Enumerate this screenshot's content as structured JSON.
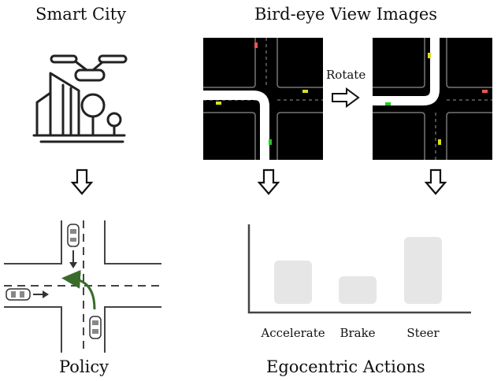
{
  "titles": {
    "smart_city": "Smart City",
    "bird_eye": "Bird-eye View Images",
    "policy": "Policy",
    "egocentric": "Egocentric Actions"
  },
  "rotate_label": "Rotate",
  "chart_data": {
    "type": "bar",
    "categories": [
      "Accelerate",
      "Brake",
      "Steer"
    ],
    "values": [
      0.55,
      0.35,
      0.85
    ],
    "ylim": [
      0,
      1
    ]
  },
  "colors": {
    "road": "#ffffff",
    "background": "#000000",
    "ego_car": "#22aa22",
    "turn_arrow": "#3a6b2a",
    "bar_fill": "#e6e6e6"
  },
  "icons": [
    "city-icon",
    "down-arrow-icon",
    "right-arrow-icon",
    "intersection-diagram"
  ]
}
